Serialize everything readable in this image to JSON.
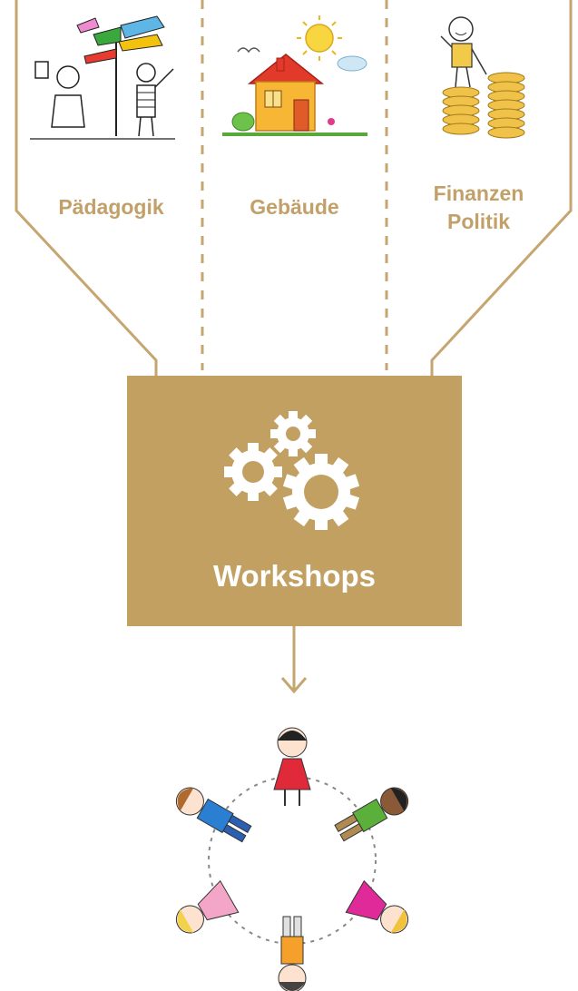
{
  "colors": {
    "accent": "#c2a061",
    "line": "#c6a670",
    "text_on_accent": "#ffffff"
  },
  "categories": [
    {
      "name": "paedagogik",
      "lines": [
        "Pädagogik"
      ],
      "icon": "signpost-people-drawing"
    },
    {
      "name": "gebaeude",
      "lines": [
        "Gebäude"
      ],
      "icon": "house-sun-drawing"
    },
    {
      "name": "finanzen-politik",
      "lines": [
        "Finanzen",
        "Politik"
      ],
      "icon": "coins-stickman-drawing"
    }
  ],
  "center": {
    "label": "Workshops",
    "icon": "gears-icon"
  },
  "result": {
    "icon": "children-circle-drawing"
  }
}
